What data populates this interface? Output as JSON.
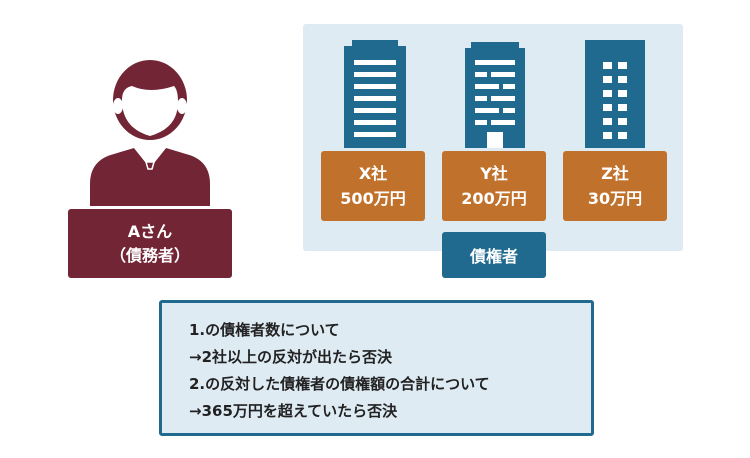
{
  "colors": {
    "debtor": "#722534",
    "building": "#1f6a8e",
    "company_label": "#c0722c",
    "panel": "#deebf3",
    "text": "#222222"
  },
  "debtor": {
    "icon": "businessman-icon",
    "name": "Aさん",
    "role": "（債務者）"
  },
  "creditors": {
    "label": "債権者",
    "companies": [
      {
        "name": "X社",
        "amount": "500万円",
        "icon": "building-icon"
      },
      {
        "name": "Y社",
        "amount": "200万円",
        "icon": "building-icon"
      },
      {
        "name": "Z社",
        "amount": "30万円",
        "icon": "building-icon"
      }
    ]
  },
  "rules": [
    "1.の債権者数について",
    "→2社以上の反対が出たら否決",
    "2.の反対した債権者の債権額の合計について",
    "→365万円を超えていたら否決"
  ]
}
